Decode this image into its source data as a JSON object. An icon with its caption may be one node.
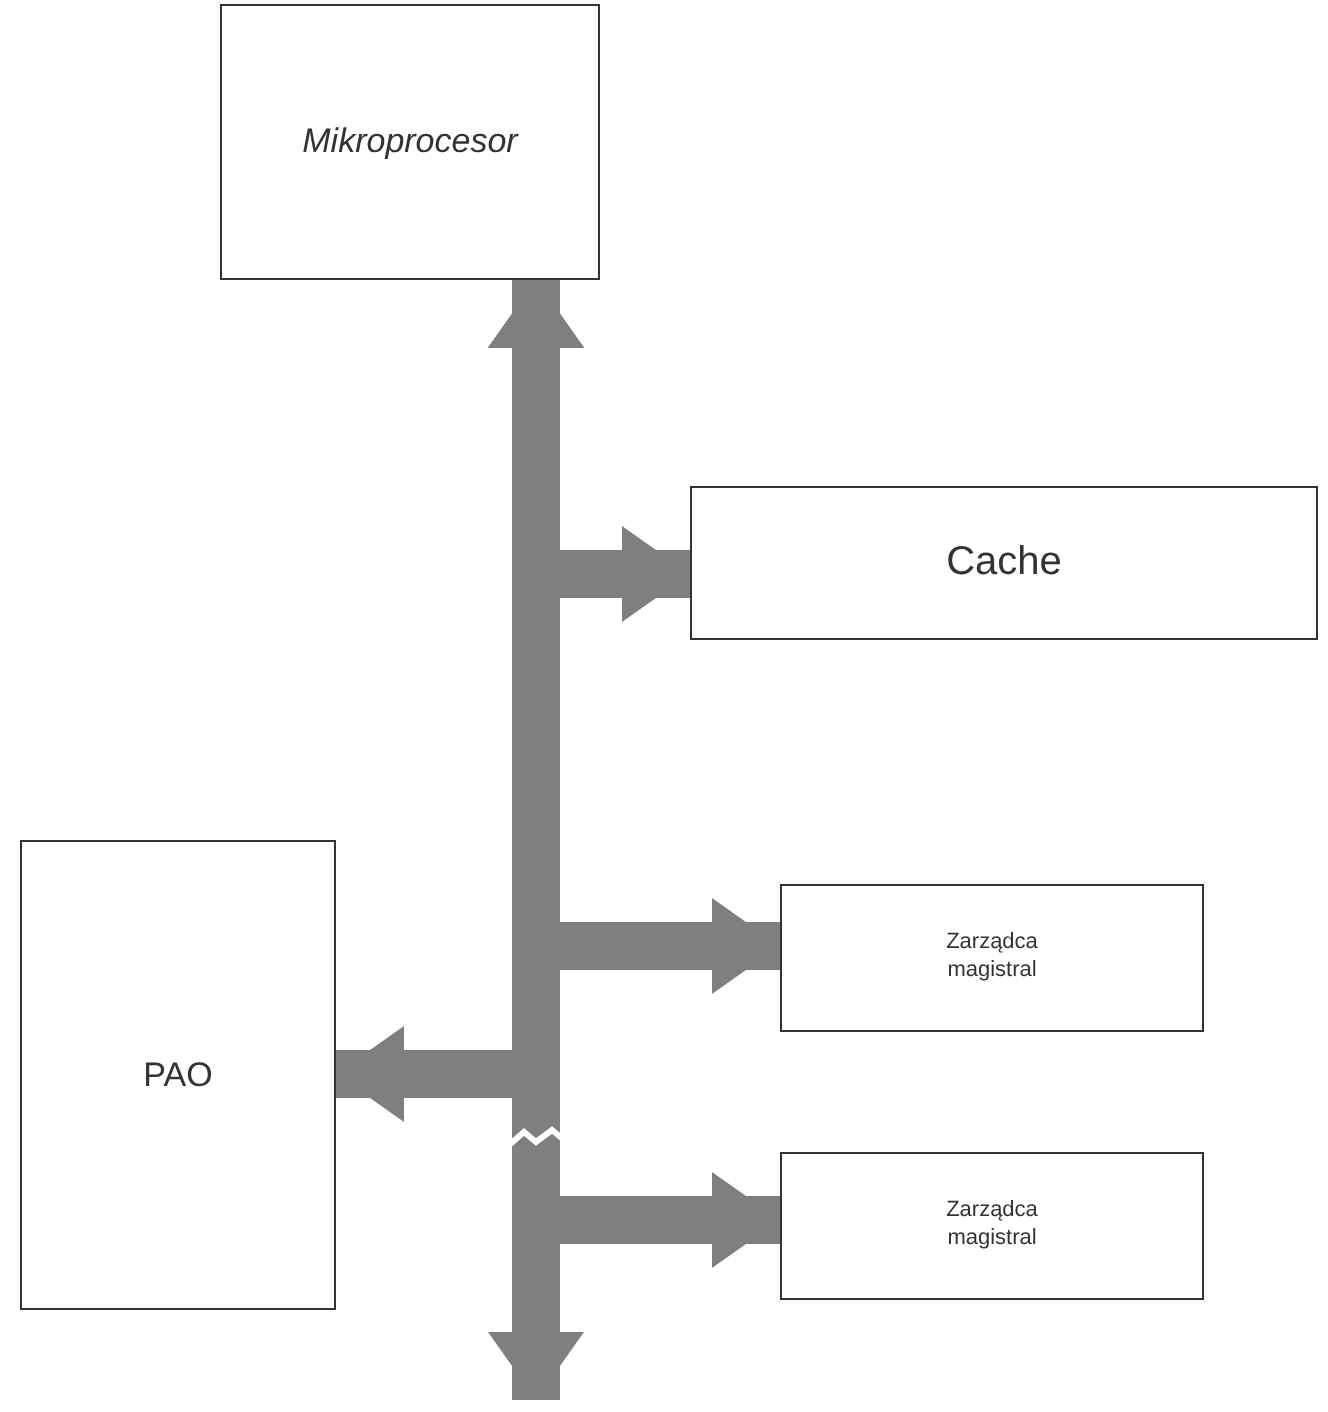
{
  "diagram": {
    "nodes": [
      {
        "text": [
          "Mikroprocesor"
        ]
      },
      {
        "text": [
          "Cache"
        ]
      },
      {
        "text": [
          "PAO"
        ]
      },
      {
        "text": [
          "Zarządca magistral"
        ]
      },
      {
        "text": [
          "Zarządca magistral"
        ]
      }
    ],
    "edges": [
      {
        "from": 0,
        "to": 1,
        "arrow": "both"
      },
      {
        "from": 0,
        "to": 3,
        "arrow": "both"
      },
      {
        "from": 0,
        "to": 2,
        "arrow": "both"
      },
      {
        "from": 0,
        "to": 4,
        "arrow": "both"
      },
      {
        "from": 0,
        "to": null,
        "arrow": "both"
      }
    ]
  }
}
